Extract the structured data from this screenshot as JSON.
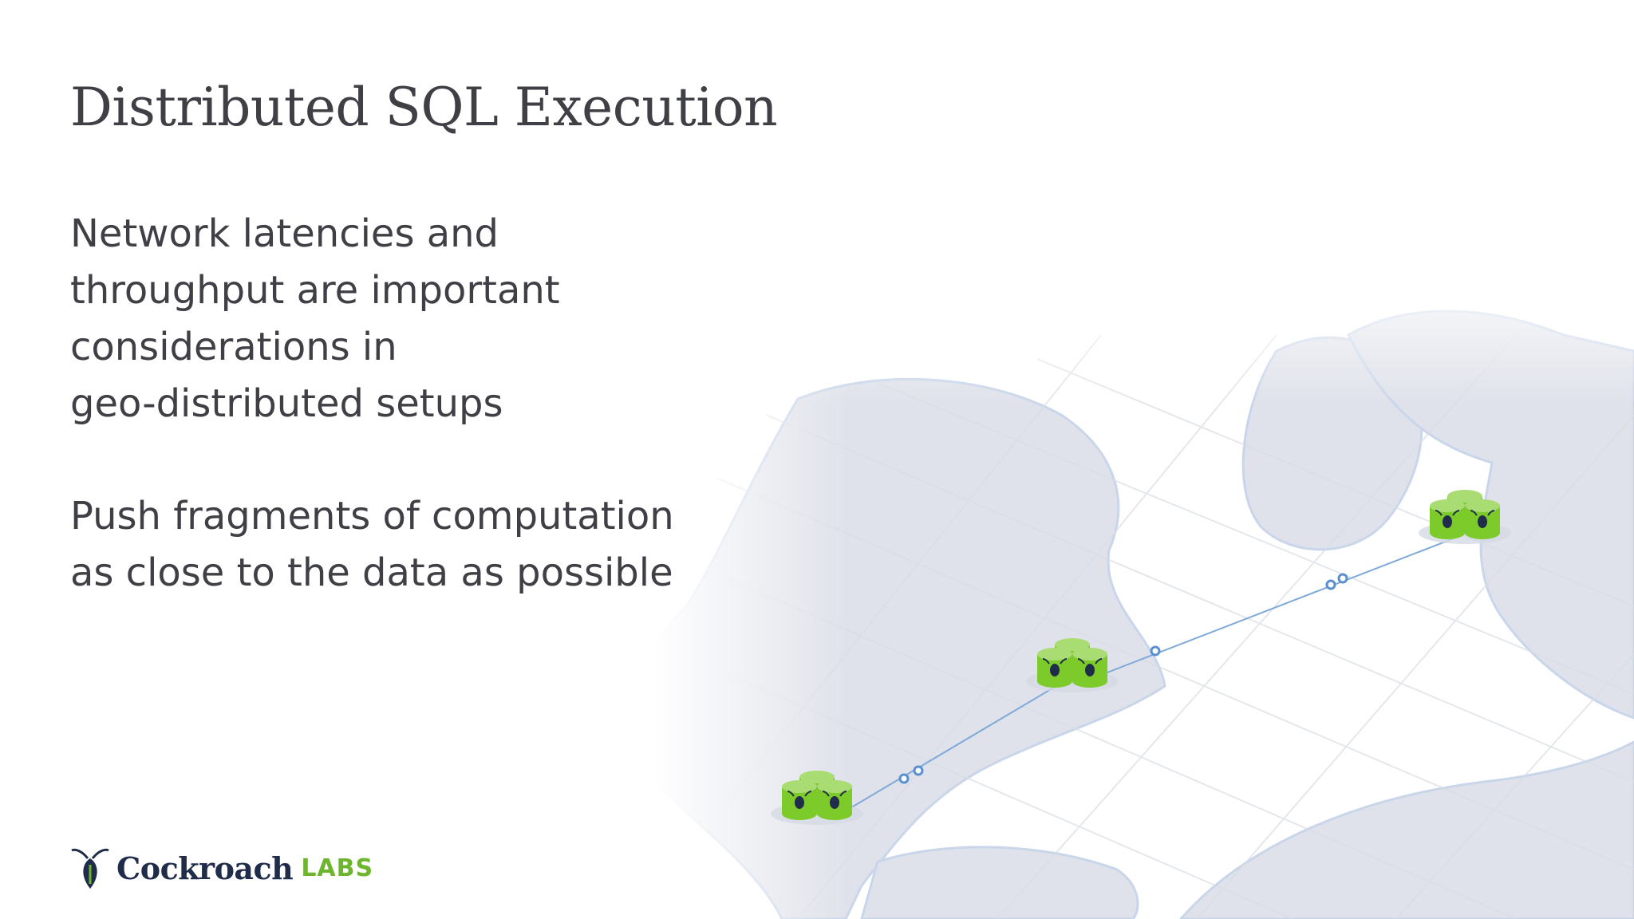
{
  "slide": {
    "title": "Distributed SQL Execution",
    "paragraphs": [
      {
        "lines": [
          "Network latencies and",
          "throughput are important",
          "considerations in",
          "geo-distributed setups"
        ]
      },
      {
        "lines": [
          "Push fragments of computation",
          "as close to the data as possible"
        ]
      }
    ]
  },
  "map": {
    "node_icon": "database-cluster-icon",
    "link_color": "#7fa9d9",
    "node_color": "#7ccb2b",
    "land_color": "#dfe2ea"
  },
  "logo": {
    "icon": "cockroach-logo-icon",
    "word": "Cockroach",
    "sub": "LABS",
    "word_color": "#1f2d4a",
    "sub_color": "#6cb52d"
  }
}
